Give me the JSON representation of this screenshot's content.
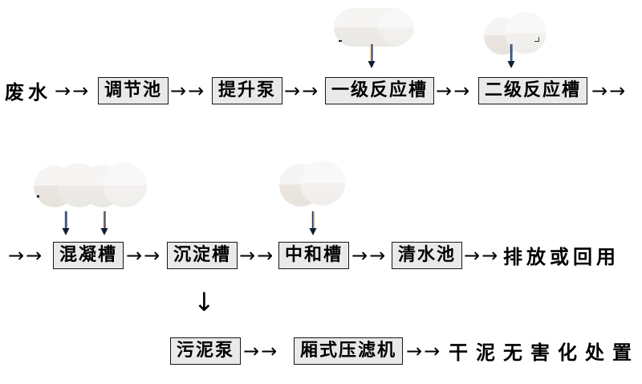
{
  "diagram": {
    "type": "flowchart",
    "connector_glyph": "→→",
    "down_arrow_glyph": "↓",
    "row1": {
      "start": "废水",
      "nodes": [
        "调节池",
        "提升泵",
        "一级反应槽",
        "二级反应槽"
      ]
    },
    "row2": {
      "nodes": [
        "混凝槽",
        "沉淀槽",
        "中和槽",
        "清水池"
      ],
      "end": "排放或回用"
    },
    "row3": {
      "nodes": [
        "污泥泵",
        "厢式压滤机"
      ],
      "end": "干泥无害化处置"
    },
    "redacted_dosing_labels_count": 4
  },
  "colors": {
    "background": "#ffffff",
    "box_fill": "#e9e9e9",
    "box_border": "#171717",
    "text": "#000000",
    "dosing_arrow_orange": "#c07a2e",
    "dosing_arrow_navy": "#1f3a66",
    "dosing_arrow_head": "#101c33"
  }
}
